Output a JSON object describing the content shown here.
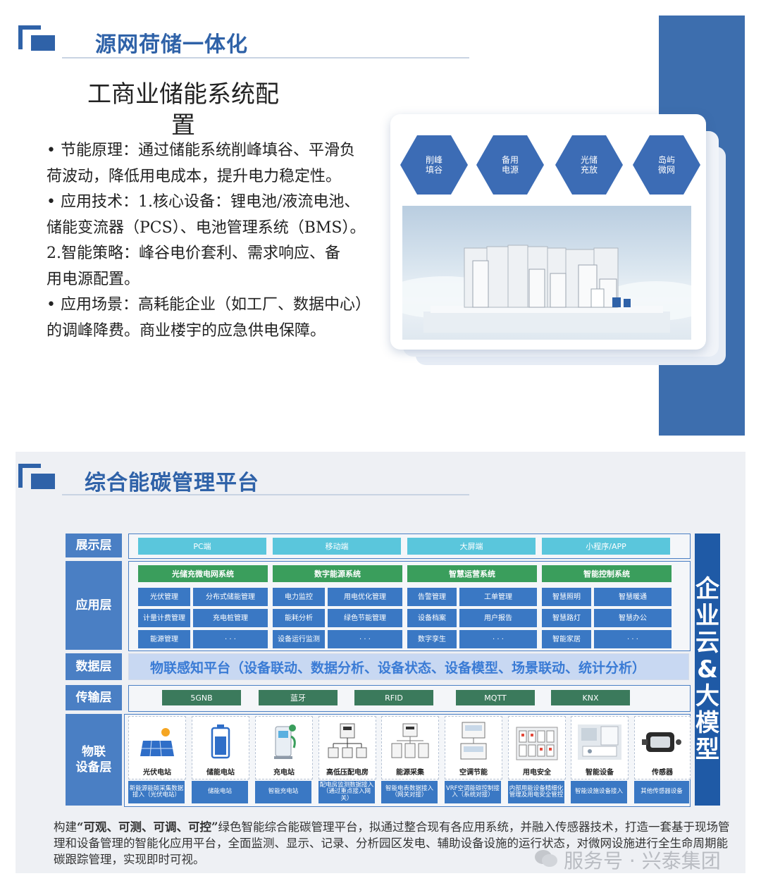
{
  "section1": {
    "title": "源网荷储一体化",
    "heading_line1": "工商业储能系统配",
    "heading_line2": "置",
    "paragraphs": [
      "• 节能原理：通过储能系统削峰填谷、平滑负",
      "荷波动，降低用电成本，提升电力稳定性。",
      "• 应用技术：1.核心设备：锂电池/液流电池、",
      "储能变流器（PCS）、电池管理系统（BMS）。",
      "2.智能策略：峰谷电价套利、需求响应、备",
      "用电源配置。",
      "• 应用场景：高耗能企业（如工厂、数据中心）",
      "的调峰降费。商业楼宇的应急供电保障。"
    ],
    "hexagons": [
      {
        "line1": "削峰",
        "line2": "填谷"
      },
      {
        "line1": "备用",
        "line2": "电源"
      },
      {
        "line1": "光储",
        "line2": "充放"
      },
      {
        "line1": "岛屿",
        "line2": "微网"
      }
    ]
  },
  "section2": {
    "title": "综合能碳管理平台",
    "layers": {
      "display": "展示层",
      "application": "应用层",
      "data": "数据层",
      "transport": "传输层",
      "iot_line1": "物联",
      "iot_line2": "设备层"
    },
    "display_items": [
      "PC端",
      "移动端",
      "大屏端",
      "小程序/APP"
    ],
    "app_systems": [
      {
        "name": "光储充微电网系统",
        "cells": [
          "光伏管理",
          "分布式储能管理",
          "计量计费管理",
          "充电桩管理",
          "能源管理",
          "· · ·"
        ]
      },
      {
        "name": "数字能源系统",
        "cells": [
          "电力监控",
          "用电优化管理",
          "能耗分析",
          "绿色节能管理",
          "设备运行监测",
          "· · ·"
        ]
      },
      {
        "name": "智慧运营系统",
        "cells": [
          "告警管理",
          "工单管理",
          "设备档案",
          "用户报告",
          "数字孪生",
          "· · ·"
        ]
      },
      {
        "name": "智能控制系统",
        "cells": [
          "智慧照明",
          "智慧暖通",
          "智慧路灯",
          "智慧办公",
          "智能家居",
          "· · ·"
        ]
      }
    ],
    "data_platform": "物联感知平台（设备联动、数据分析、设备状态、设备模型、场景联动、统计分析）",
    "protocols": [
      "5GNB",
      "蓝牙",
      "RFID",
      "MQTT",
      "KNX"
    ],
    "devices": [
      {
        "name": "光伏电站",
        "caption": "新能源能碳采集数据接入（光伏电站）",
        "icon": "solar-panel-icon"
      },
      {
        "name": "储能电站",
        "caption": "储能电站",
        "icon": "battery-icon"
      },
      {
        "name": "充电站",
        "caption": "智能充电站",
        "icon": "charger-icon"
      },
      {
        "name": "高低压配电房",
        "caption": "配电房监测数据接入（通过重点接入网关）",
        "icon": "meter-icon"
      },
      {
        "name": "能源采集",
        "caption": "智能电表数据接入（网关对接）",
        "icon": "energy-meter-icon"
      },
      {
        "name": "空调节能",
        "caption": "VRF空调能碳控制接入（系统对接）",
        "icon": "ac-controller-icon"
      },
      {
        "name": "用电安全",
        "caption": "内部用能设备精细化管理及用电安全管控",
        "icon": "breaker-icon"
      },
      {
        "name": "智能设备",
        "caption": "智能设施设备接入",
        "icon": "smart-device-icon"
      },
      {
        "name": "传感器",
        "caption": "其他传感器设备",
        "icon": "sensor-icon"
      }
    ],
    "enterprise_chars": [
      "企",
      "业",
      "云",
      "&",
      "大",
      "模",
      "型"
    ],
    "description_parts": {
      "prefix": "构建",
      "bold": "“可观、可测、可调、可控”",
      "rest": "绿色智能综合能碳管理平台，拟通过整合现有各应用系统，并融入传感器技术，打造一套基于现场管理和设备管理的智能化应用平台，全面监测、显示、记录、分析园区发电、辅助设备设施的运行状态，对微网设施进行全生命周期能碳跟踪管理，实现即时可视。"
    },
    "watermark": "服务号 · 兴泰集团"
  },
  "colors": {
    "brand_blue": "#2f62a8",
    "band_blue": "#3d6eae",
    "label_blue": "#4a7fc4",
    "cyan": "#5ac6dc",
    "green": "#3a9e5c"
  }
}
